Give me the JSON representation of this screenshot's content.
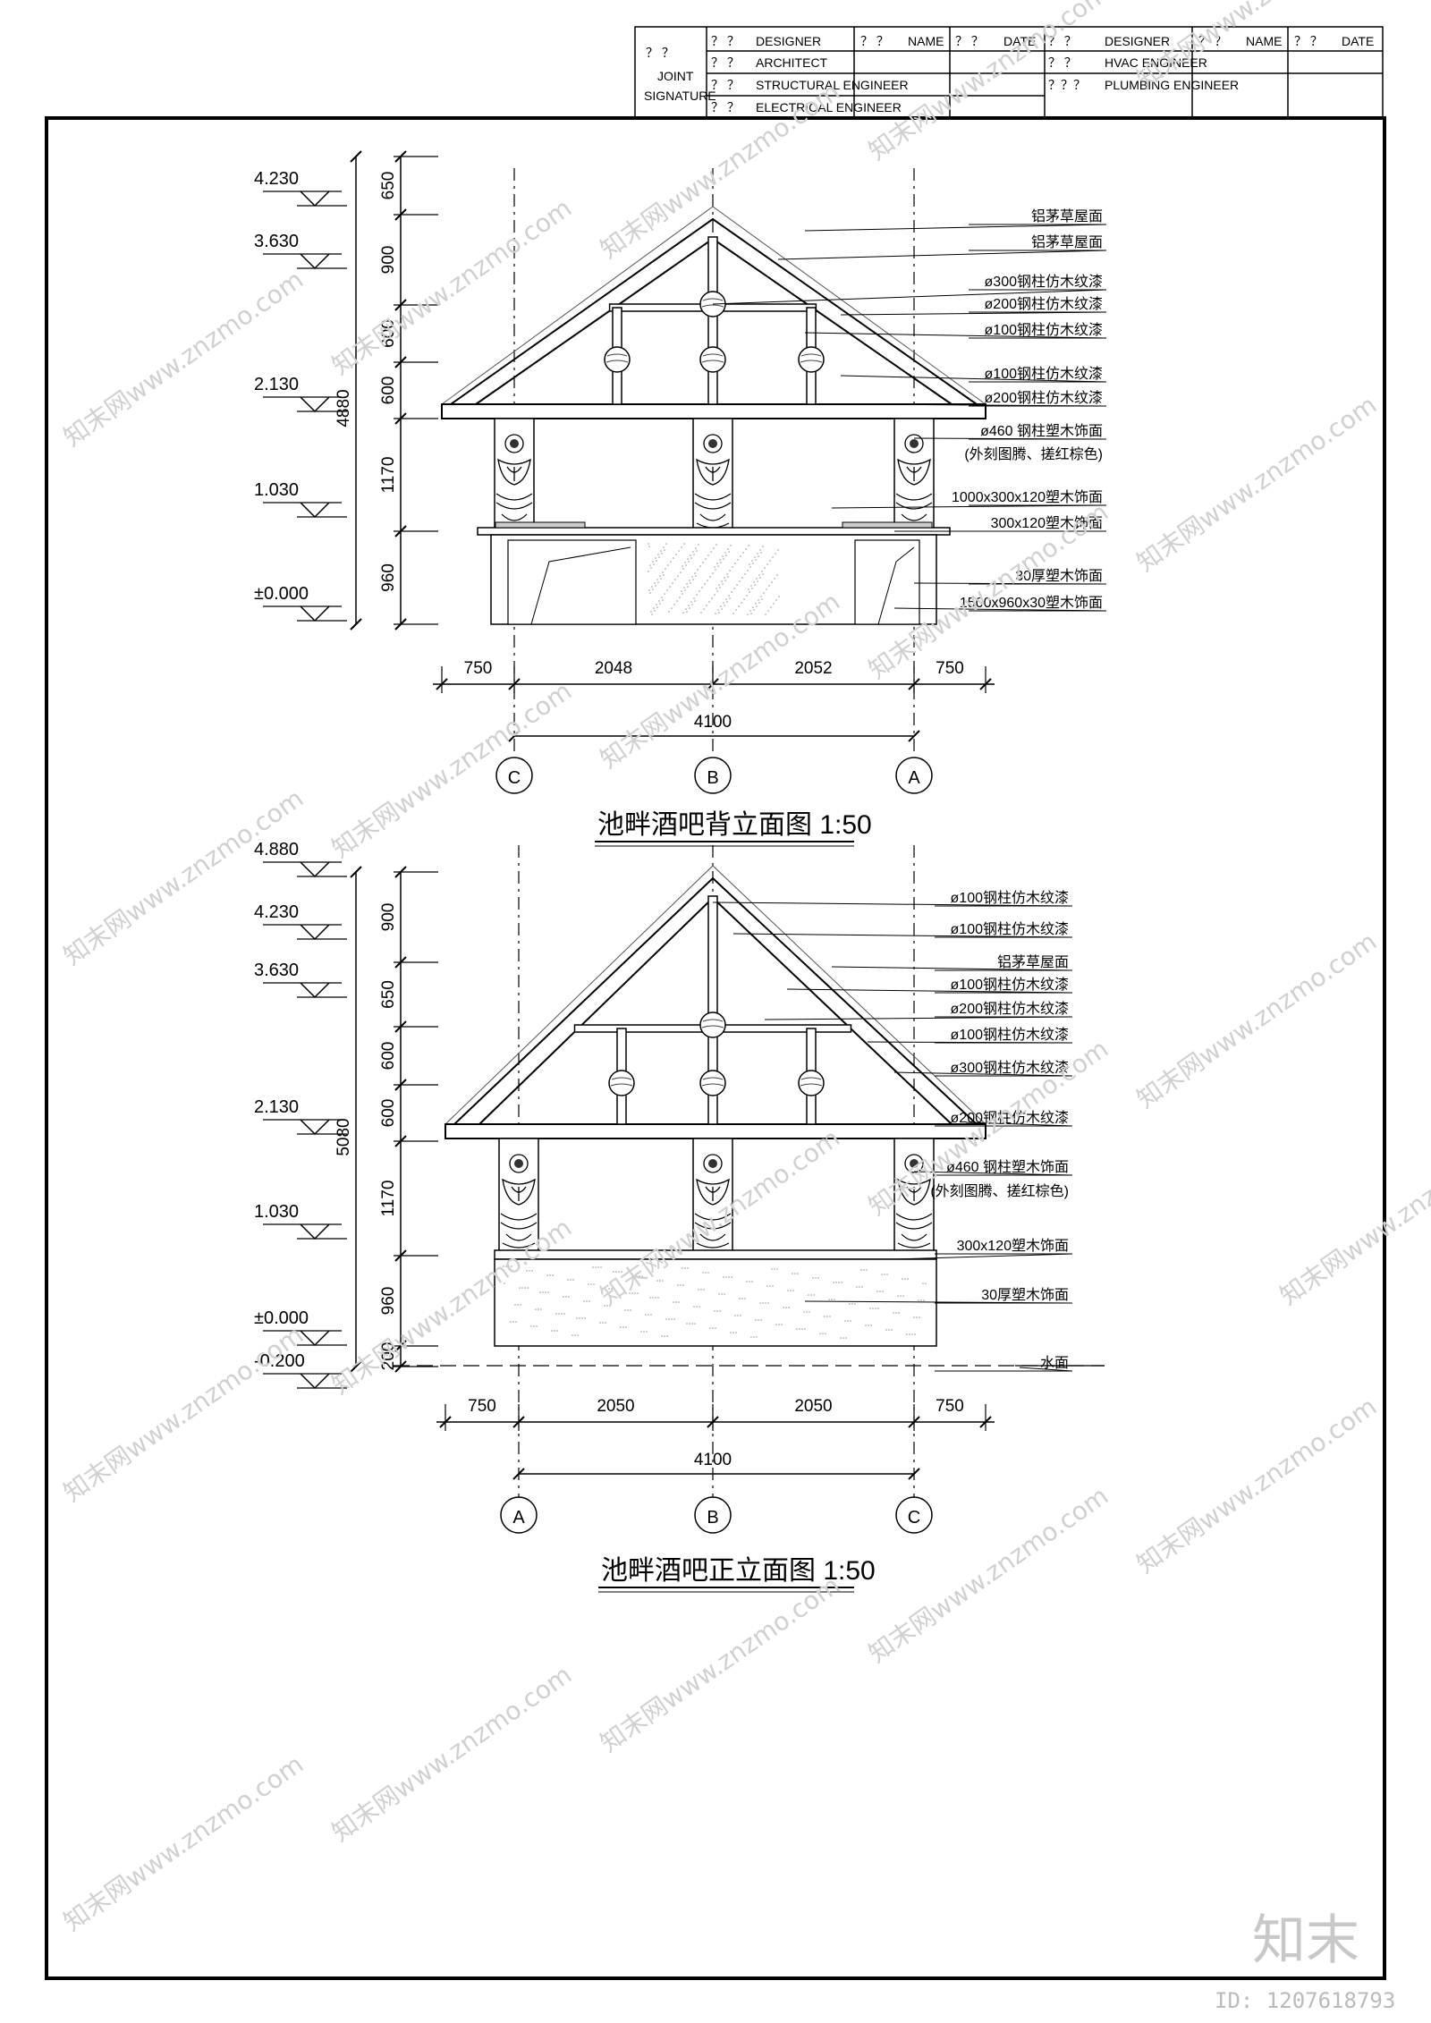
{
  "title_block": {
    "joint_label_q": "？ ？",
    "joint_label_1": "JOINT",
    "joint_label_2": "SIGNATURE",
    "left_rows": [
      {
        "q": "？ ？",
        "role": "DESIGNER",
        "q_name": "？ ？",
        "name": "NAME",
        "q_date": "？ ？",
        "date": "DATE"
      },
      {
        "q": "？ ？",
        "role": "ARCHITECT"
      },
      {
        "q": "？ ？",
        "role": "STRUCTURAL ENGINEER"
      },
      {
        "q": "？ ？",
        "role": "ELECTRICAL ENGINEER"
      }
    ],
    "right_rows": [
      {
        "q": "？ ？",
        "role": "DESIGNER",
        "q_name": "？ ？",
        "name": "NAME",
        "q_date": "？ ？",
        "date": "DATE"
      },
      {
        "q": "？ ？",
        "role": "HVAC ENGINEER"
      },
      {
        "q": "？？？",
        "role": "PLUMBING ENGINEER"
      }
    ]
  },
  "back_elevation": {
    "title": "池畔酒吧背立面图 1:50",
    "levels": [
      "4.230",
      "3.630",
      "2.130",
      "1.030",
      "±0.000"
    ],
    "vertical_dims": [
      "650",
      "900",
      "600",
      "600",
      "1170",
      "960"
    ],
    "total_height": "4880",
    "horizontal_dims": [
      "750",
      "2048",
      "2052",
      "750"
    ],
    "total_width": "4100",
    "axes": [
      "C",
      "B",
      "A"
    ],
    "notes": [
      "铝茅草屋面",
      "铝茅草屋面",
      "ø300钢柱仿木纹漆",
      "ø200钢柱仿木纹漆",
      "ø100钢柱仿木纹漆",
      "ø100钢柱仿木纹漆",
      "ø200钢柱仿木纹漆",
      "ø460 钢柱塑木饰面",
      "(外刻图腾、搓红棕色)",
      "1000x300x120塑木饰面",
      "300x120塑木饰面",
      "30厚塑木饰面",
      "1500x960x30塑木饰面"
    ]
  },
  "front_elevation": {
    "title": "池畔酒吧正立面图 1:50",
    "levels": [
      "4.880",
      "4.230",
      "3.630",
      "2.130",
      "1.030",
      "±0.000",
      "-0.200"
    ],
    "vertical_dims": [
      "900",
      "650",
      "600",
      "600",
      "1170",
      "960",
      "200"
    ],
    "total_height": "5080",
    "horizontal_dims": [
      "750",
      "2050",
      "2050",
      "750"
    ],
    "total_width": "4100",
    "axes": [
      "A",
      "B",
      "C"
    ],
    "notes": [
      "ø100钢柱仿木纹漆",
      "ø100钢柱仿木纹漆",
      "铝茅草屋面",
      "ø100钢柱仿木纹漆",
      "ø200钢柱仿木纹漆",
      "ø100钢柱仿木纹漆",
      "ø300钢柱仿木纹漆",
      "ø200钢柱仿木纹漆",
      "ø460 钢柱塑木饰面",
      "(外刻图腾、搓红棕色)",
      "300x120塑木饰面",
      "30厚塑木饰面",
      "水面"
    ]
  },
  "watermark": {
    "text": "知末网www.znzmo.com",
    "logo": "知末",
    "id": "ID: 1207618793"
  }
}
